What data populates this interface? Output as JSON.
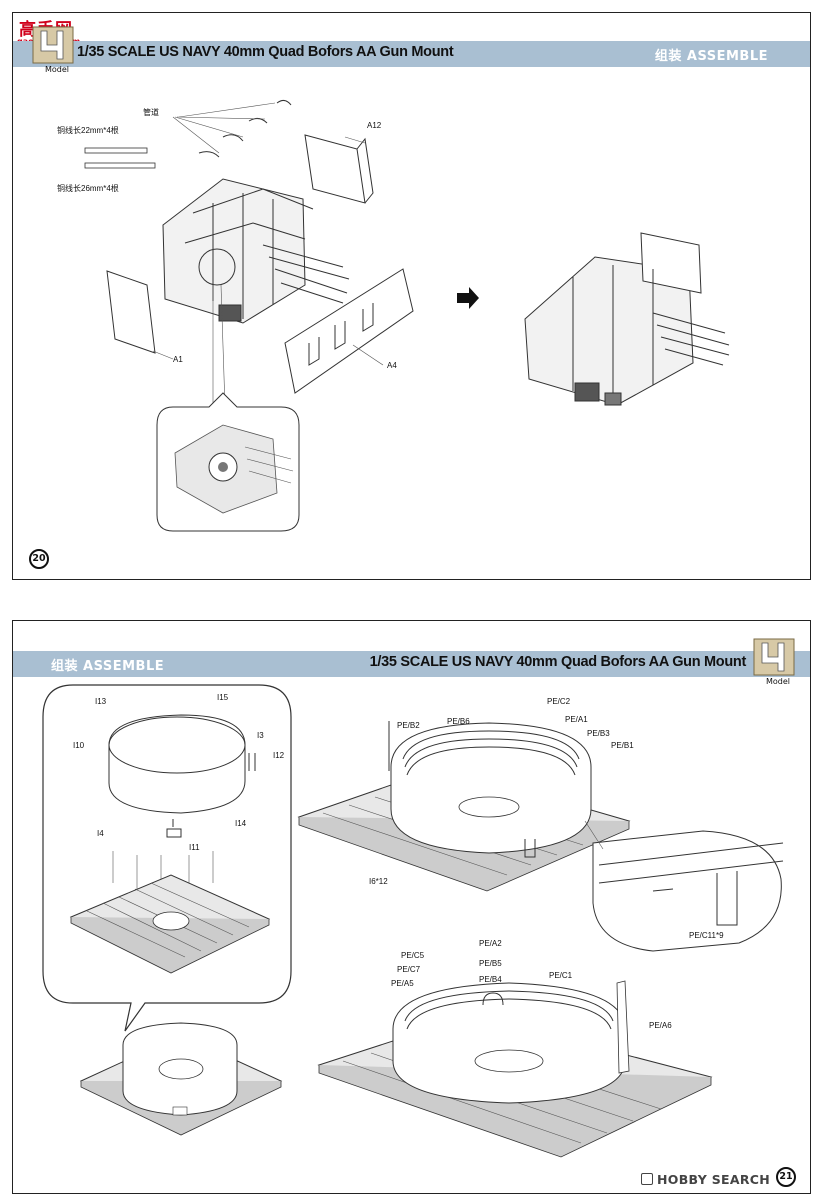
{
  "watermark": {
    "brand": "高手网",
    "url": "gao-shou.com"
  },
  "pages": [
    {
      "id": "page20",
      "title": "1/35 SCALE US NAVY 40mm Quad Bofors AA Gun Mount",
      "assemble": "组装  ASSEMBLE",
      "logo_text": "Model",
      "page_number": "20",
      "callouts": {
        "pipe": "管道",
        "wire22": "铜线长22mm*4根",
        "wire26": "铜线长26mm*4根",
        "a12": "A12",
        "a1": "A1",
        "a4": "A4"
      }
    },
    {
      "id": "page21",
      "title": "1/35 SCALE US NAVY 40mm Quad Bofors AA Gun Mount",
      "assemble": "组装  ASSEMBLE",
      "logo_text": "Model",
      "page_number": "21",
      "callouts": {
        "i13": "I13",
        "i15": "I15",
        "i3": "I3",
        "i10": "I10",
        "i12": "I12",
        "i4": "I4",
        "i14": "I14",
        "i11": "I11",
        "peb2": "PE/B2",
        "peb6": "PE/B6",
        "pec2": "PE/C2",
        "pea1": "PE/A1",
        "peb3": "PE/B3",
        "peb1": "PE/B1",
        "i6x12": "I6*12",
        "pec11x9": "PE/C11*9",
        "pea2": "PE/A2",
        "pec5": "PE/C5",
        "peb5": "PE/B5",
        "pec7": "PE/C7",
        "peb4": "PE/B4",
        "pec1": "PE/C1",
        "pea5": "PE/A5",
        "pea6": "PE/A6"
      },
      "hobby_search": "HOBBY SEARCH"
    }
  ]
}
